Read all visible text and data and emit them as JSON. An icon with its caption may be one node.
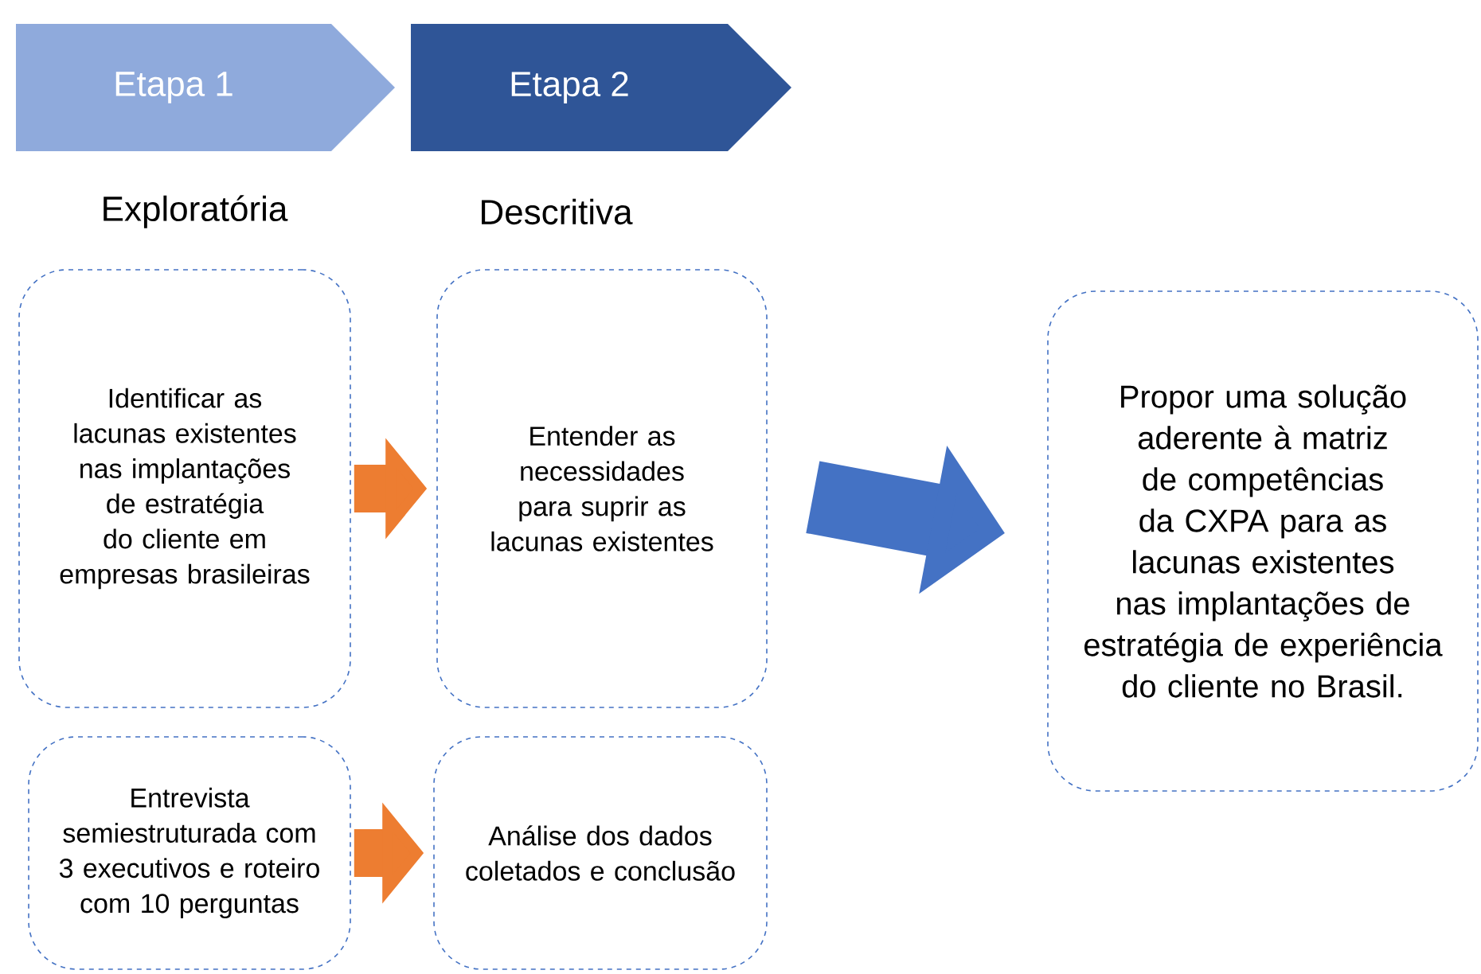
{
  "diagram": {
    "nodes": [
      {
        "text": [
          "Etapa 1"
        ]
      },
      {
        "text": [
          "Etapa 2"
        ]
      },
      {
        "text": [
          "Identificar as lacunas existentes nas implantações de estratégia do cliente em empresas brasileiras"
        ]
      },
      {
        "text": [
          "Entender as necessidades para suprir as lacunas existentes"
        ]
      },
      {
        "text": [
          "Propor uma solução aderente à matriz de competências da CXPA para as lacunas existentes nas implantações de estratégia de experiência do cliente no Brasil."
        ]
      },
      {
        "text": [
          "Entrevista semiestruturada com 3 executivos e roteiro com 10 perguntas"
        ]
      },
      {
        "text": [
          "Análise dos dados coletados e conclusão"
        ]
      }
    ],
    "edges": [
      {
        "from": 2,
        "to": 3,
        "arrow": "to"
      },
      {
        "from": 3,
        "to": 4,
        "arrow": "to",
        "color": "#4472c4"
      },
      {
        "from": 5,
        "to": 6,
        "arrow": "to"
      }
    ],
    "labels": [
      "Exploratória",
      "Descritiva"
    ]
  }
}
